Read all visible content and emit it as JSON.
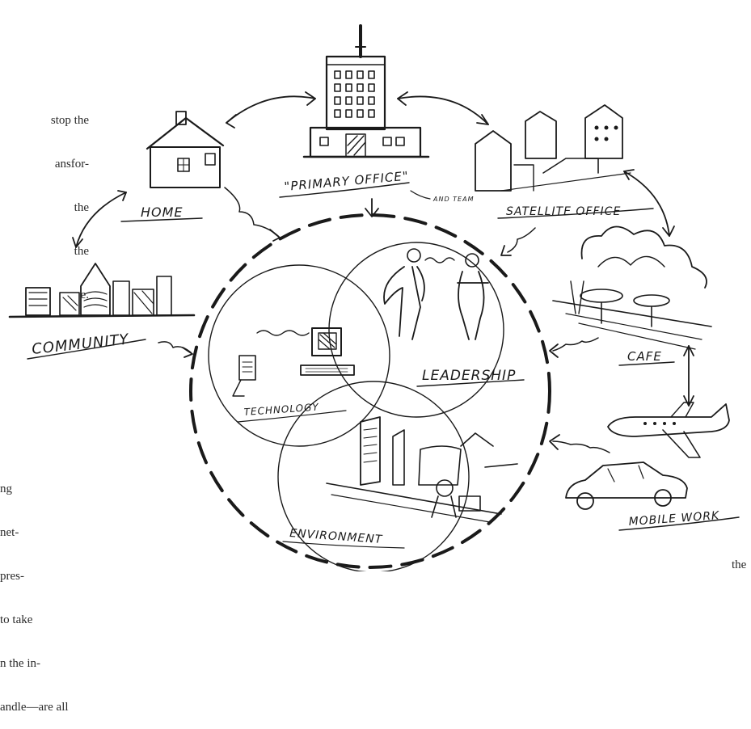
{
  "labels": {
    "primary_office": "\"PRIMARY OFFICE\"",
    "team_note": "AND TEAM",
    "home": "HOME",
    "satellite_office": "SATELLITE OFFICE",
    "community": "COMMUNITY",
    "cafe": "CAFE",
    "mobile_work": "MOBILE WORK",
    "leadership": "LEADERSHIP",
    "technology": "TECHNOLOGY",
    "environment": "ENVIRONMENT"
  },
  "book_text": {
    "top_lines": [
      " stop the",
      "ansfor-",
      "the",
      "the",
      "e."
    ],
    "bottom_lines": [
      "ng",
      "net-",
      "pres-",
      "to take",
      "n the in-",
      "andle—are all"
    ],
    "right_fragment": "the"
  }
}
